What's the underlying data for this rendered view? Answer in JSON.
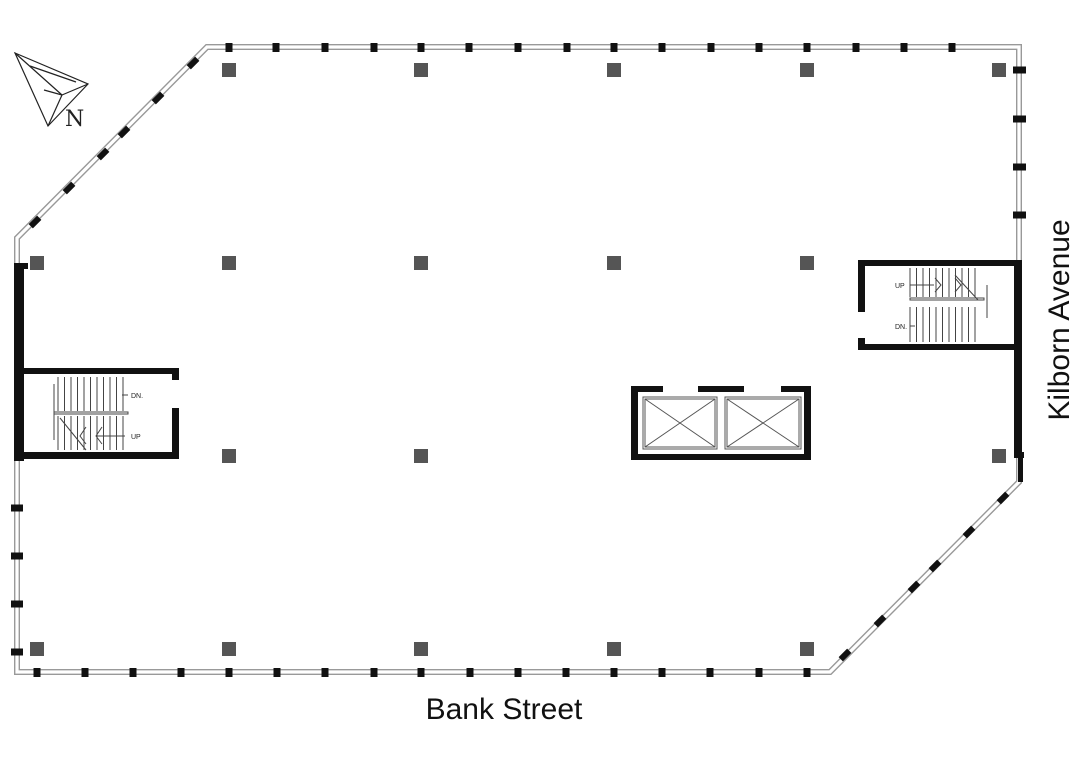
{
  "streets": {
    "south": "Bank Street",
    "east": "Kilborn Avenue"
  },
  "compass": {
    "letter": "N",
    "icon": "north-arrow-icon"
  },
  "stairs": {
    "west": {
      "up_label": "UP",
      "down_label": "DN."
    },
    "east": {
      "up_label": "UP",
      "down_label": "DN."
    }
  },
  "elevators": {
    "count": 2
  },
  "colors": {
    "wall": "#111111",
    "column": "#555555",
    "glazing": "#bbbbbb",
    "stair_line": "#444444"
  }
}
